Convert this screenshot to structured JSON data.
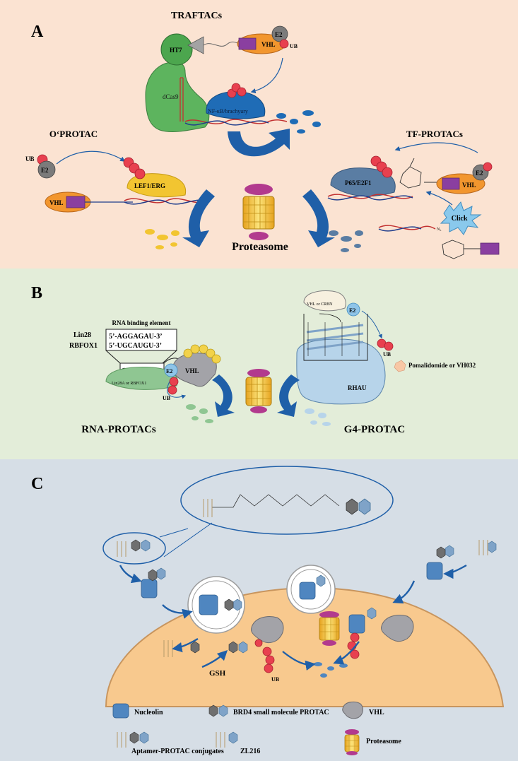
{
  "panels": {
    "a": {
      "letter": "A",
      "traftacs_title": "TRAFTACs",
      "oprotac_title": "O‘PROTAC",
      "tfprotacs_title": "TF-PROTACs",
      "proteasome_label": "Proteasome",
      "labels": {
        "e2": "E2",
        "vhl": "VHL",
        "ub": "UB",
        "ht7": "HT7",
        "dcas9": "dCas9",
        "nfkb": "NF-κB/brachyury",
        "lef1": "LEF1/ERG",
        "p65": "P65/E2F1",
        "click": "Click",
        "n3": "N₃"
      }
    },
    "b": {
      "letter": "B",
      "rna_binding_element": "RNA binding element",
      "lin28": "Lin28",
      "rbfox1": "RBFOX1",
      "seq1": "5’-AGGAGAU-3’",
      "seq2": "5’-UGCAUGU-3’",
      "lin28a_rbfox1": "Lin28A or RBFOX1",
      "e2": "E2",
      "vhl": "VHL",
      "ub": "UB",
      "vhl_or_crbn": "VHL or CRBN",
      "rhau": "RHAU",
      "legend_drug": "Pomalidomide or VH032",
      "rna_protacs": "RNA-PROTACs",
      "g4_protac": "G4-PROTAC"
    },
    "c": {
      "letter": "C",
      "gsh": "GSH",
      "ub": "UB",
      "legend": {
        "nucleolin": "Nucleolin",
        "brd4": "BRD4 small molecule PROTAC",
        "vhl": "VHL",
        "aptamer": "Aptamer-PROTAC conjugates",
        "zl216": "ZL216",
        "proteasome": "Proteasome"
      }
    }
  },
  "colors": {
    "panel_a_bg": "#FBE3D2",
    "panel_b_bg": "#E3EDD9",
    "panel_c_bg": "#D6DEE6",
    "cell_fill": "#F8C98E",
    "arrow_blue": "#1F5FA8",
    "ub_red": "#E8404F",
    "vhl_orange": "#F2962E",
    "linker_purple": "#8A3FA0",
    "e2_gray": "#7B7B7B",
    "dcas9_green": "#5DB45E",
    "proteasome_yellow": "#F2C531",
    "proteasome_magenta": "#B23A8E"
  }
}
